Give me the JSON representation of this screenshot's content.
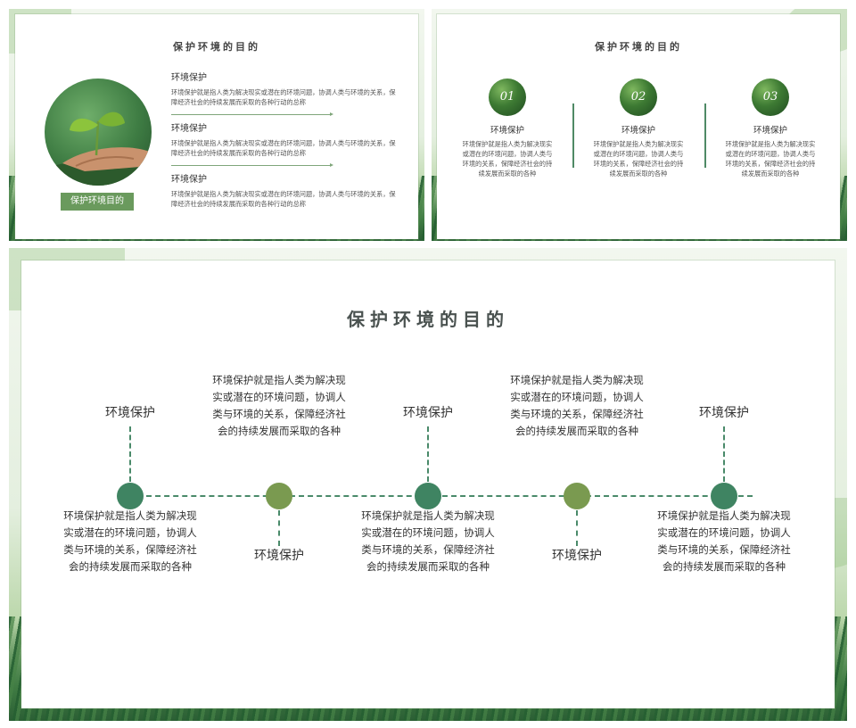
{
  "slide1": {
    "title": "保护环境的目的",
    "button": "保护环境目的",
    "items": [
      {
        "heading": "环境保护",
        "text": "环境保护就是指人类为解决现实或潜在的环境问题，协调人类与环境的关系，保障经济社会的持续发展而采取的各种行动的总称"
      },
      {
        "heading": "环境保护",
        "text": "环境保护就是指人类为解决现实或潜在的环境问题，协调人类与环境的关系，保障经济社会的持续发展而采取的各种行动的总称"
      },
      {
        "heading": "环境保护",
        "text": "环境保护就是指人类为解决现实或潜在的环境问题，协调人类与环境的关系，保障经济社会的持续发展而采取的各种行动的总称"
      }
    ]
  },
  "slide2": {
    "title": "保护环境的目的",
    "columns": [
      {
        "number": "01",
        "heading": "环境保护",
        "text": "环境保护就是指人类为解决现实或潜在的环境问题，协调人类与环境的关系，保障经济社会的持续发展而采取的各种"
      },
      {
        "number": "02",
        "heading": "环境保护",
        "text": "环境保护就是指人类为解决现实或潜在的环境问题，协调人类与环境的关系，保障经济社会的持续发展而采取的各种"
      },
      {
        "number": "03",
        "heading": "环境保护",
        "text": "环境保护就是指人类为解决现实或潜在的环境问题，协调人类与环境的关系，保障经济社会的持续发展而采取的各种"
      }
    ]
  },
  "slide3": {
    "title": "保护环境的目的",
    "nodes": [
      {
        "label": "环境保护",
        "text": "环境保护就是指人类为解决现实或潜在的环境问题，协调人类与环境的关系，保障经济社会的持续发展而采取的各种"
      },
      {
        "label": "环境保护",
        "text": "环境保护就是指人类为解决现实或潜在的环境问题，协调人类与环境的关系，保障经济社会的持续发展而采取的各种"
      },
      {
        "label": "环境保护",
        "text": "环境保护就是指人类为解决现实或潜在的环境问题，协调人类与环境的关系，保障经济社会的持续发展而采取的各种"
      },
      {
        "label": "环境保护",
        "text": "环境保护就是指人类为解决现实或潜在的环境问题，协调人类与环境的关系，保障经济社会的持续发展而采取的各种"
      },
      {
        "label": "环境保护",
        "text": "环境保护就是指人类为解决现实或潜在的环境问题，协调人类与环境的关系，保障经济社会的持续发展而采取的各种"
      }
    ]
  },
  "colors": {
    "accent_dark": "#3f8462",
    "accent_olive": "#7a9a50",
    "button_green": "#6a9a5d"
  },
  "icons": [
    "seedling-in-hand-photo",
    "leaf-badge-icon"
  ]
}
